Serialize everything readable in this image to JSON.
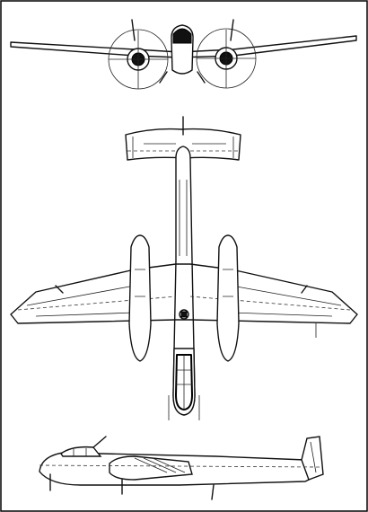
{
  "figure": {
    "views": [
      "front",
      "top",
      "side"
    ],
    "colors": {
      "ink": "#111111",
      "paper": "#ffffff"
    }
  }
}
